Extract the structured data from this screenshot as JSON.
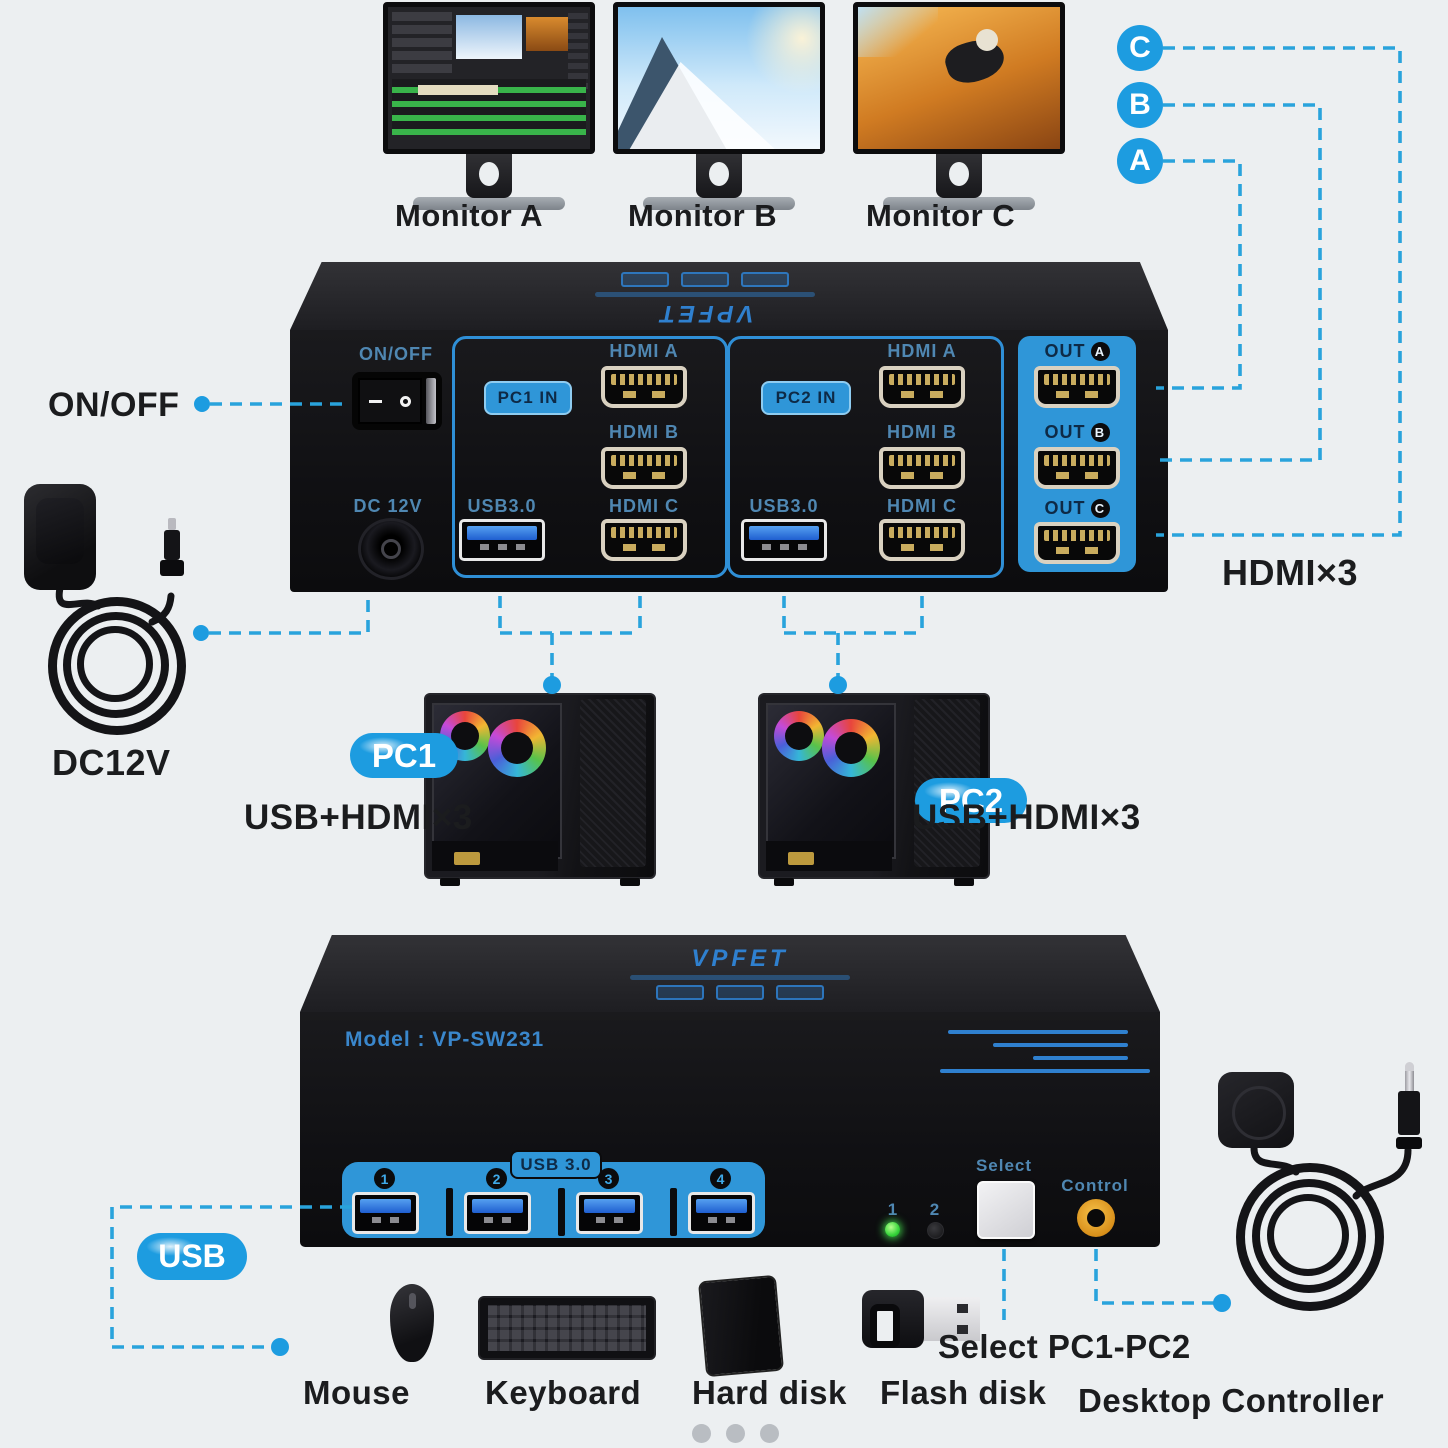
{
  "colors": {
    "background": "#eceff1",
    "accent_blue": "#1d9ce0",
    "dash_blue": "#29a3dc",
    "panel_label_blue": "#4f87b2",
    "io_area_blue": "#2f96d8",
    "brand_blue": "#2f80cf",
    "dark_text": "#1b1c1e",
    "led_green": "#35d43a",
    "control_jack_gold": "#d88f1a"
  },
  "monitors": [
    {
      "label": "Monitor A",
      "content": "video-editing-app"
    },
    {
      "label": "Monitor B",
      "content": "snow-mountain-ski-photo"
    },
    {
      "label": "Monitor C",
      "content": "motocross-photo"
    }
  ],
  "output_letters": {
    "c": "C",
    "b": "B",
    "a": "A"
  },
  "rear_unit": {
    "brand": "VPFET",
    "power_switch_label": "ON/OFF",
    "dc_port_label": "DC 12V",
    "pc1": {
      "badge": "PC1 IN",
      "hdmi_a": "HDMI A",
      "hdmi_b": "HDMI B",
      "hdmi_c": "HDMI C",
      "usb": "USB3.0"
    },
    "pc2": {
      "badge": "PC2 IN",
      "hdmi_a": "HDMI A",
      "hdmi_b": "HDMI B",
      "hdmi_c": "HDMI C",
      "usb": "USB3.0"
    },
    "out": {
      "word": "OUT",
      "a": "A",
      "b": "B",
      "c": "C"
    }
  },
  "annotations": {
    "on_off": "ON/OFF",
    "dc12v": "DC12V",
    "hdmi_x3": "HDMI×3",
    "pc1_badge": "PC1",
    "pc1_ports": "USB+HDMI×3",
    "pc2_badge": "PC2",
    "pc2_ports": "USB+HDMI×3",
    "usb_badge": "USB",
    "select_pc": "Select PC1-PC2",
    "desktop_controller": "Desktop Controller"
  },
  "front_unit": {
    "brand": "VPFET",
    "model": "Model : VP-SW231",
    "usb_area_label": "USB 3.0",
    "port_numbers": [
      "1",
      "2",
      "3",
      "4"
    ],
    "indicator_1": "1",
    "indicator_2": "2",
    "select_label": "Select",
    "control_label": "Control"
  },
  "peripherals": {
    "labels": [
      "Mouse",
      "Keyboard",
      "Hard disk",
      "Flash disk"
    ]
  },
  "pagination": {
    "dot_count": 3
  }
}
